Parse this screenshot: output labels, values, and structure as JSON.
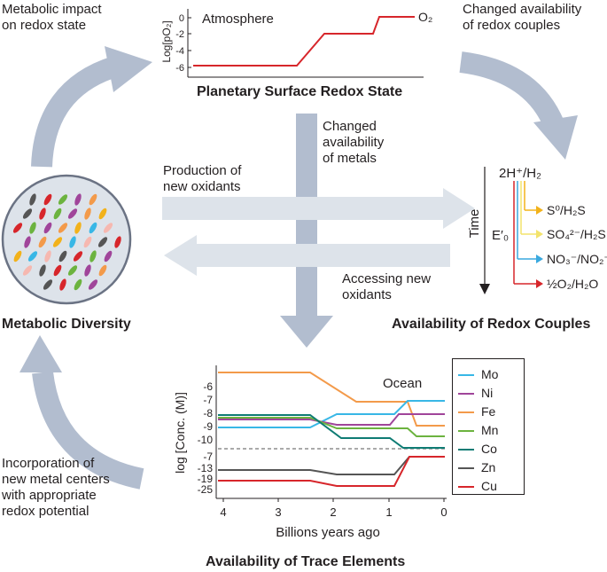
{
  "text": {
    "top_left": [
      "Metabolic impact",
      "on redox state"
    ],
    "top_right": [
      "Changed availability",
      "of redox couples"
    ],
    "middle_center": [
      "Changed",
      "availability",
      "of metals"
    ],
    "production": [
      "Production of",
      "new oxidants"
    ],
    "accessing": [
      "Accessing new",
      "oxidants"
    ],
    "incorporation": [
      "Incorporation of",
      "new metal centers",
      "with appropriate",
      "redox potential"
    ]
  },
  "titles": {
    "planetary": "Planetary Surface Redox State",
    "metabolic": "Metabolic Diversity",
    "redox": "Availability of Redox Couples",
    "trace": "Availability of Trace Elements"
  },
  "atmosphere_chart": {
    "label": "Atmosphere",
    "ylabel": "Log[pO₂]",
    "series_label": "O₂",
    "yticks": [
      "0",
      "-2",
      "-4",
      "-6"
    ],
    "color": "#d7262b"
  },
  "redox_panel": {
    "top": "2H⁺/H₂",
    "axis_label": "Time",
    "eprime": "E′₀",
    "couples": [
      {
        "label": "S⁰/H₂S",
        "color": "#f2b21b"
      },
      {
        "label": "SO₄²⁻/H₂S",
        "color": "#f3e36c"
      },
      {
        "label": "NO₃⁻/NO₂⁻",
        "color": "#3aa9df"
      },
      {
        "label": "½O₂/H₂O",
        "color": "#d7262b"
      }
    ]
  },
  "ocean_chart": {
    "label": "Ocean",
    "ylabel": "log [Conc. (M)]",
    "xlabel": "Billions years ago",
    "xticks": [
      "4",
      "3",
      "2",
      "1",
      "0"
    ],
    "yticks": [
      "-6",
      "-7",
      "-8",
      "-9",
      "-10",
      "-7",
      "-13",
      "-19",
      "-25"
    ],
    "legend": [
      {
        "name": "Mo",
        "color": "#38b7e6"
      },
      {
        "name": "Ni",
        "color": "#a0459a"
      },
      {
        "name": "Fe",
        "color": "#f39a4a"
      },
      {
        "name": "Mn",
        "color": "#6cb33f"
      },
      {
        "name": "Co",
        "color": "#0f7c74"
      },
      {
        "name": "Zn",
        "color": "#555555"
      },
      {
        "name": "Cu",
        "color": "#d7262b"
      }
    ]
  }
}
